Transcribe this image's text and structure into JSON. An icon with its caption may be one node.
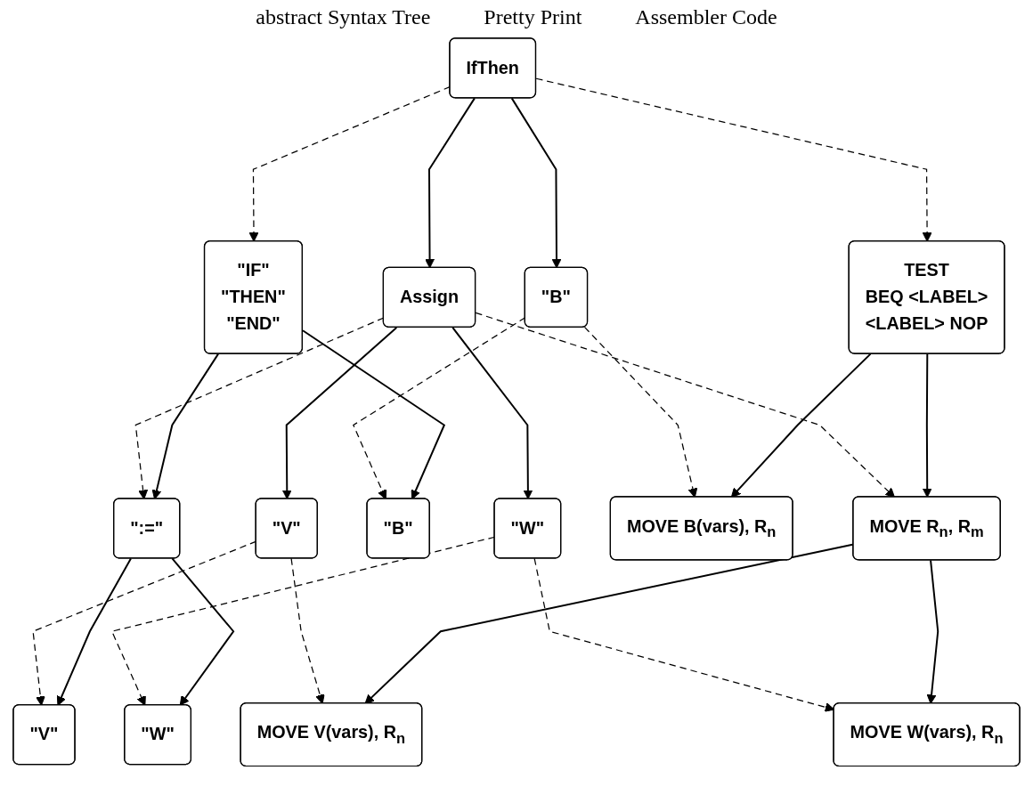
{
  "diagram": {
    "nodes": [
      {
        "text": [
          "IfThen"
        ]
      },
      {
        "text": [
          "\"B\""
        ]
      },
      {
        "text": [
          "Assign"
        ]
      },
      {
        "text": [
          "\"V\""
        ]
      },
      {
        "text": [
          "\"W\""
        ]
      },
      {
        "text": [
          "\"IF\"",
          "\"THEN\"",
          "\"END\""
        ]
      },
      {
        "text": [
          "\"B\""
        ]
      },
      {
        "text": [
          "\":=\""
        ]
      },
      {
        "text": [
          "\"V\""
        ]
      },
      {
        "text": [
          "\"W\""
        ]
      },
      {
        "text": [
          "TEST",
          "BEQ <LABEL>",
          "<LABEL> NOP"
        ]
      },
      {
        "text": [
          "MOVE B(vars), R$_{n}$"
        ]
      },
      {
        "text": [
          "MOVE R$_{n}$, R$_{m}$"
        ]
      },
      {
        "text": [
          "MOVE V(vars), R$_{n}$"
        ]
      },
      {
        "text": [
          "MOVE W(vars), R$_{n}$"
        ]
      }
    ],
    "edges": [
      {
        "from": 0,
        "to": 1,
        "arrow": "to"
      },
      {
        "from": 0,
        "to": 2,
        "arrow": "to"
      },
      {
        "from": 2,
        "to": 3,
        "arrow": "to"
      },
      {
        "from": 2,
        "to": 4,
        "arrow": "to"
      },
      {
        "from": 5,
        "to": 6,
        "arrow": "to"
      },
      {
        "from": 5,
        "to": 7,
        "arrow": "to"
      },
      {
        "from": 7,
        "to": 8,
        "arrow": "to"
      },
      {
        "from": 7,
        "to": 9,
        "arrow": "to"
      },
      {
        "from": 10,
        "to": 11,
        "arrow": "to"
      },
      {
        "from": 10,
        "to": 12,
        "arrow": "to"
      },
      {
        "from": 12,
        "to": 13,
        "arrow": "to"
      },
      {
        "from": 12,
        "to": 14,
        "arrow": "to"
      },
      {
        "from": 0,
        "to": 5,
        "arrow": "to",
        "style": "dashed"
      },
      {
        "from": 1,
        "to": 6,
        "arrow": "to",
        "style": "dashed"
      },
      {
        "from": 2,
        "to": 7,
        "arrow": "to",
        "style": "dashed"
      },
      {
        "from": 4,
        "to": 9,
        "arrow": "to",
        "style": "dashed"
      },
      {
        "from": 3,
        "to": 8,
        "arrow": "to",
        "style": "dashed"
      },
      {
        "from": 0,
        "to": 10,
        "arrow": "to",
        "style": "dashed"
      },
      {
        "from": 1,
        "to": 11,
        "arrow": "to",
        "style": "dashed"
      },
      {
        "from": 2,
        "to": 12,
        "arrow": "to",
        "style": "dashed"
      },
      {
        "from": 3,
        "to": 13,
        "arrow": "to",
        "style": "dashed"
      },
      {
        "from": 4,
        "to": 14,
        "arrow": "to",
        "style": "dashed"
      }
    ],
    "labels": [
      "abstract Syntax Tree",
      "Pretty Print",
      "Assembler Code"
    ]
  }
}
